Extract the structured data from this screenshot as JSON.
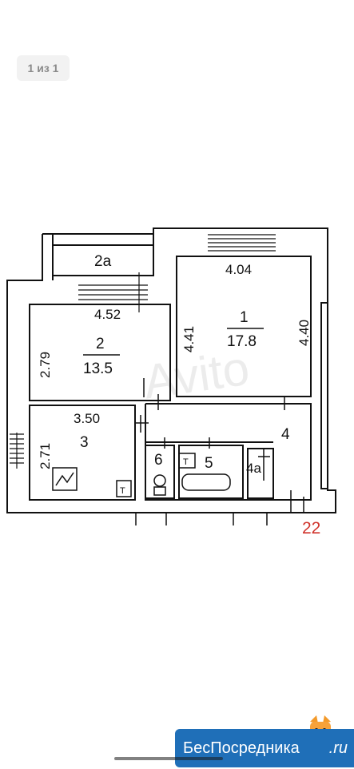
{
  "viewer": {
    "counter": "1 из 1"
  },
  "plan": {
    "rooms": [
      {
        "id": "1",
        "area": "17.8"
      },
      {
        "id": "2",
        "area": "13.5"
      },
      {
        "id": "2a"
      },
      {
        "id": "3"
      },
      {
        "id": "4"
      },
      {
        "id": "4a"
      },
      {
        "id": "5"
      },
      {
        "id": "6"
      }
    ],
    "dimensions": {
      "room1_width": "4.04",
      "room1_height_left": "4.41",
      "room1_height_right": "4.40",
      "room2_width": "4.52",
      "room2_height": "2.79",
      "room3_width": "3.50",
      "room3_height": "2.71"
    },
    "corner_number": "22",
    "corner_number_color": "#d0342c",
    "watermark": "Avito"
  },
  "brand": {
    "name": "БесПосредника",
    "domain": ".ru",
    "color": "#1f6fb8"
  }
}
